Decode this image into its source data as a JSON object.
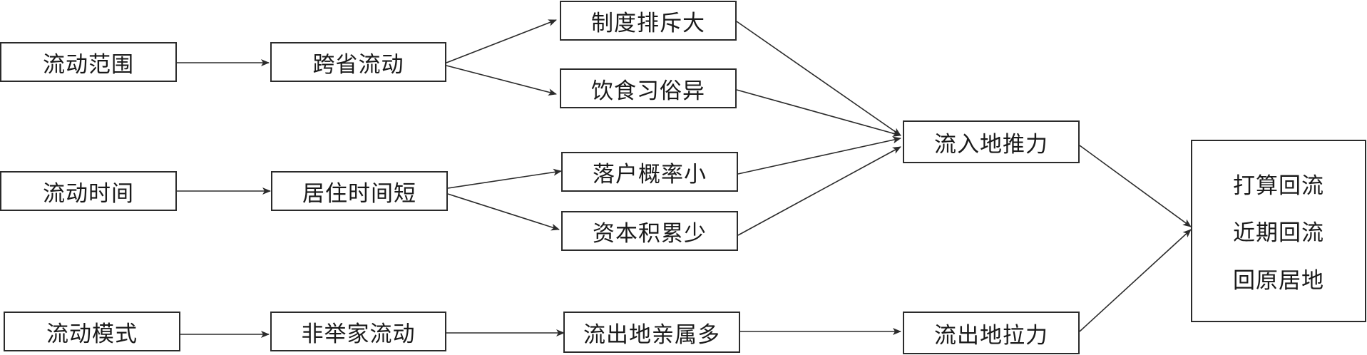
{
  "diagram": {
    "factors": {
      "range": "流动范围",
      "time": "流动时间",
      "mode": "流动模式"
    },
    "level2": {
      "cross_province": "跨省流动",
      "short_residence": "居住时间短",
      "non_family": "非举家流动"
    },
    "level3": {
      "institutional_exclusion": "制度排斥大",
      "diet_customs": "饮食习俗异",
      "low_hukou": "落户概率小",
      "low_capital": "资本积累少",
      "many_relatives": "流出地亲属多"
    },
    "forces": {
      "push": "流入地推力",
      "pull": "流出地拉力"
    },
    "outcome": {
      "items": [
        "打算回流",
        "近期回流",
        "回原居地"
      ]
    }
  }
}
